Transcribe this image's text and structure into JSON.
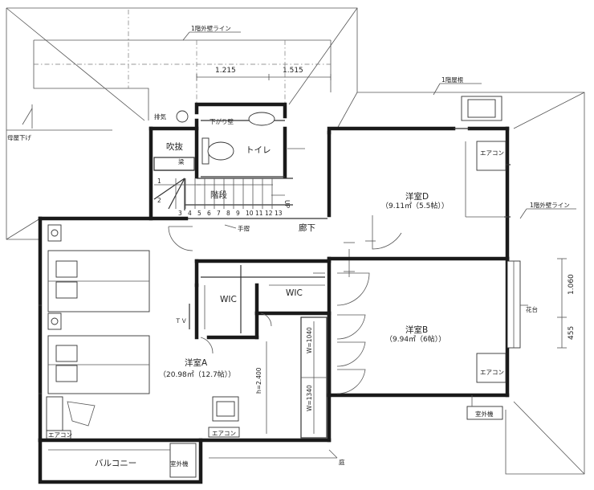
{
  "labels": {
    "wall_line_top": "1階外壁ライン",
    "roof_1f": "1階屋根",
    "roof_main": "母屋下げ",
    "wall_line_right": "1階外壁ライン",
    "dim_1215": "1.215",
    "dim_1515": "1.515",
    "exhaust": "排気",
    "sagari_kabe": "下がり壁",
    "toilet": "トイレ",
    "fukinuke": "吹抜",
    "hari": "梁",
    "kaidan": "階段",
    "up": "UP",
    "tesuri": "手摺",
    "rouka": "廊下",
    "room_d": "洋室D",
    "room_d_area": "（9.11㎡（5.5帖））",
    "aircon": "エアコン",
    "room_a": "洋室A",
    "room_a_area": "（20.98㎡（12.7帖））",
    "wic1": "WIC",
    "wic2": "WIC",
    "tv": "ＴＶ",
    "room_b": "洋室B",
    "room_b_area": "（9.94㎡（6帖））",
    "katai": "花台",
    "dim_1060": "1.060",
    "dim_455": "455",
    "dim_2400": "h=2.400",
    "w1040": "W=1040",
    "w1340": "W=1340",
    "outdoor_unit": "室外機",
    "balcony": "バルコニー",
    "niwa": "庭"
  },
  "stair_steps": [
    "1",
    "2",
    "3",
    "4",
    "5",
    "6",
    "7",
    "8",
    "9",
    "10",
    "11",
    "12",
    "13"
  ]
}
